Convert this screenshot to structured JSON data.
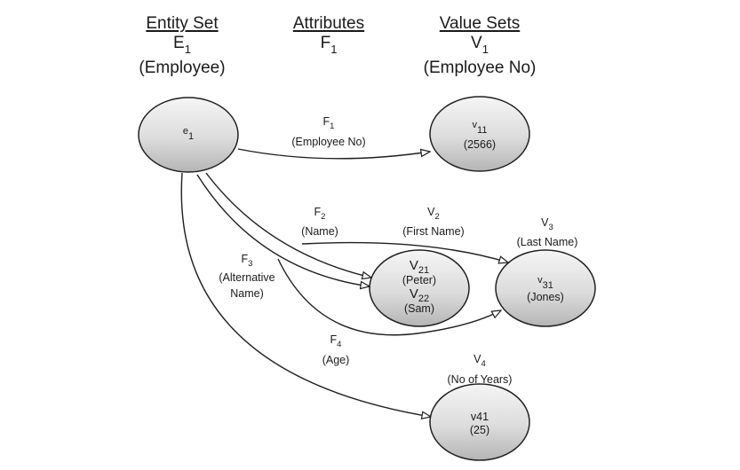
{
  "headers": [
    {
      "title": "Entity Set",
      "symbol": "E",
      "subscript": "1",
      "desc": "(Employee)"
    },
    {
      "title": "Attributes",
      "symbol": "F",
      "subscript": "1",
      "desc": ""
    },
    {
      "title": "Value Sets",
      "symbol": "V",
      "subscript": "1",
      "desc": "(Employee No)"
    }
  ],
  "nodes": {
    "e1": {
      "symbol": "e",
      "subscript": "1"
    },
    "v11": {
      "symbol": "v",
      "subscript": "11",
      "value": "(2566)"
    },
    "v21_22": {
      "symbol1": "V",
      "subscript1": "21",
      "value1": "(Peter)",
      "symbol2": "V",
      "subscript2": "22",
      "value2": "(Sam)"
    },
    "v31": {
      "symbol": "v",
      "subscript": "31",
      "value": "(Jones)"
    },
    "v41": {
      "label": "v41",
      "value": "(25)"
    }
  },
  "edge_labels": {
    "f1": {
      "symbol": "F",
      "subscript": "1",
      "desc": "(Employee No)"
    },
    "f2": {
      "symbol": "F",
      "subscript": "2",
      "desc": "(Name)"
    },
    "f3": {
      "symbol": "F",
      "subscript": "3",
      "desc1": "(Alternative",
      "desc2": "Name)"
    },
    "f4": {
      "symbol": "F",
      "subscript": "4",
      "desc": "(Age)"
    }
  },
  "value_set_labels": {
    "v2": {
      "symbol": "V",
      "subscript": "2",
      "desc": "(First Name)"
    },
    "v3": {
      "symbol": "V",
      "subscript": "3",
      "desc": "(Last Name)"
    },
    "v4": {
      "symbol": "V",
      "subscript": "4",
      "desc": "(No of Years)"
    }
  },
  "colors": {
    "stroke": "#1f1f1f",
    "node_fill_top": "#f4f4f4",
    "node_fill_bottom": "#b9b9b9",
    "background": "#ffffff"
  }
}
